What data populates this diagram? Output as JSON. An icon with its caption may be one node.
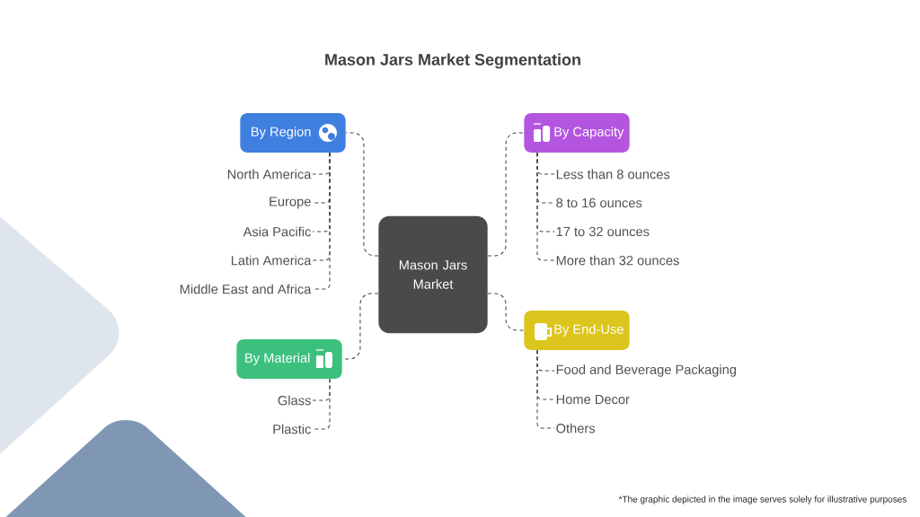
{
  "diagram": {
    "title": "Mason Jars Market Segmentation",
    "nodes": [
      {
        "text": [
          "Mason Jars Market"
        ]
      },
      {
        "text": [
          "By Region"
        ]
      },
      {
        "text": [
          "By Capacity"
        ]
      },
      {
        "text": [
          "By Material"
        ]
      },
      {
        "text": [
          "By End-Use"
        ]
      },
      {
        "text": [
          "North America"
        ]
      },
      {
        "text": [
          "Europe"
        ]
      },
      {
        "text": [
          "Asia Pacific"
        ]
      },
      {
        "text": [
          "Latin America"
        ]
      },
      {
        "text": [
          "Middle East and Africa"
        ]
      },
      {
        "text": [
          "Less than 8 ounces"
        ]
      },
      {
        "text": [
          "8 to 16 ounces"
        ]
      },
      {
        "text": [
          "17 to 32 ounces"
        ]
      },
      {
        "text": [
          "More than 32 ounces"
        ]
      },
      {
        "text": [
          "Glass"
        ]
      },
      {
        "text": [
          "Plastic"
        ]
      },
      {
        "text": [
          "Food and Beverage Packaging"
        ]
      },
      {
        "text": [
          "Home Decor"
        ]
      },
      {
        "text": [
          "Others"
        ]
      }
    ],
    "edges": [
      {
        "from": 0,
        "to": 1,
        "arrow": "none",
        "style": "dashed"
      },
      {
        "from": 0,
        "to": 2,
        "arrow": "none",
        "style": "dashed"
      },
      {
        "from": 0,
        "to": 3,
        "arrow": "none",
        "style": "dashed"
      },
      {
        "from": 0,
        "to": 4,
        "arrow": "none",
        "style": "dashed"
      },
      {
        "from": 1,
        "to": 5,
        "arrow": "none",
        "style": "dashed"
      },
      {
        "from": 1,
        "to": 6,
        "arrow": "none",
        "style": "dashed"
      },
      {
        "from": 1,
        "to": 7,
        "arrow": "none",
        "style": "dashed"
      },
      {
        "from": 1,
        "to": 8,
        "arrow": "none",
        "style": "dashed"
      },
      {
        "from": 1,
        "to": 9,
        "arrow": "none",
        "style": "dashed"
      },
      {
        "from": 2,
        "to": 10,
        "arrow": "none",
        "style": "dashed"
      },
      {
        "from": 2,
        "to": 11,
        "arrow": "none",
        "style": "dashed"
      },
      {
        "from": 2,
        "to": 12,
        "arrow": "none",
        "style": "dashed"
      },
      {
        "from": 2,
        "to": 13,
        "arrow": "none",
        "style": "dashed"
      },
      {
        "from": 3,
        "to": 14,
        "arrow": "none",
        "style": "dashed"
      },
      {
        "from": 3,
        "to": 15,
        "arrow": "none",
        "style": "dashed"
      },
      {
        "from": 4,
        "to": 16,
        "arrow": "none",
        "style": "dashed"
      },
      {
        "from": 4,
        "to": 17,
        "arrow": "none",
        "style": "dashed"
      },
      {
        "from": 4,
        "to": 18,
        "arrow": "none",
        "style": "dashed"
      }
    ],
    "labels": [
      "*The graphic depicted in the image serves solely for illustrative purposes"
    ]
  }
}
